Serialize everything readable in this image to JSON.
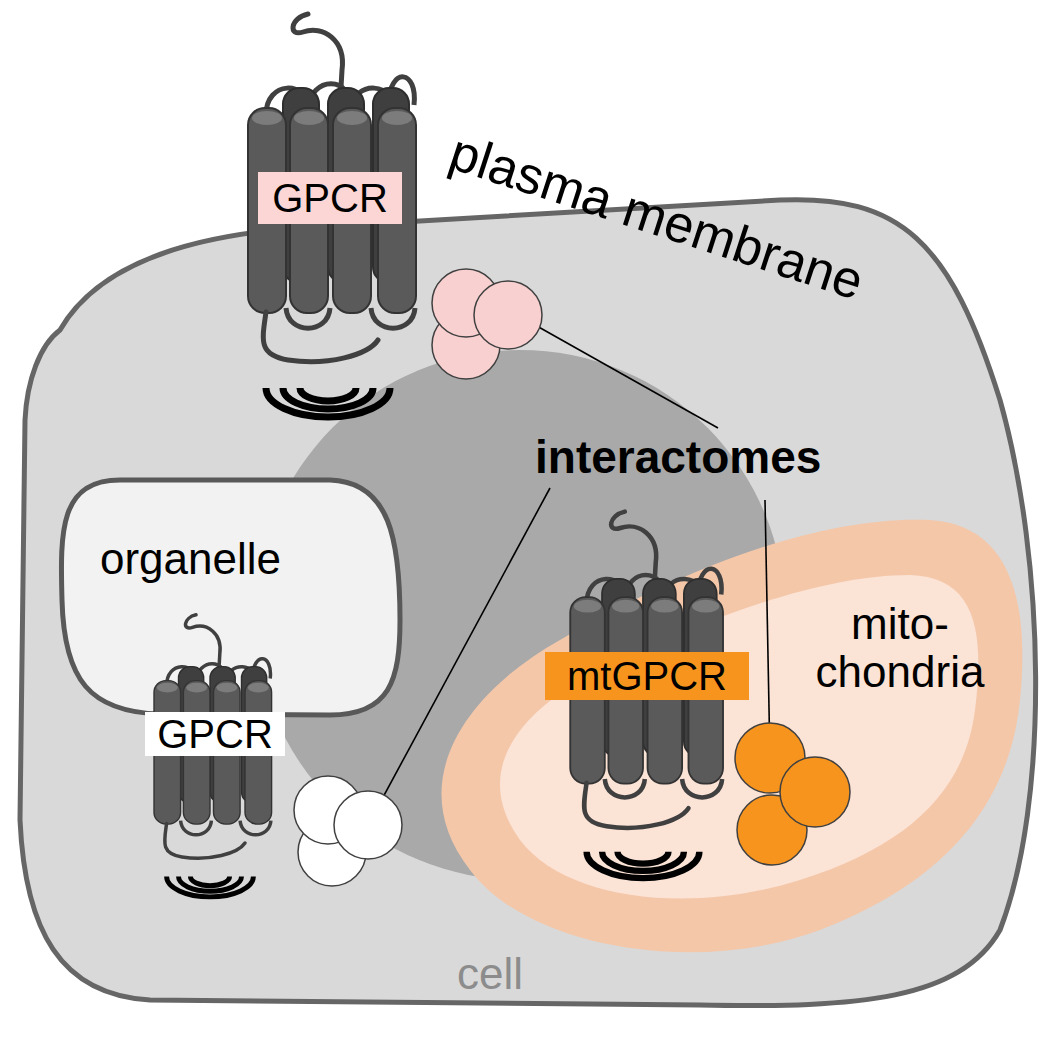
{
  "diagram": {
    "nodes": [
      {
        "text": [
          "cell"
        ]
      },
      {
        "text": [
          "GPCR"
        ],
        "in": 0
      },
      {
        "text": [
          "organelle"
        ],
        "in": 0
      },
      {
        "text": [
          "GPCR"
        ],
        "in": 0
      },
      {
        "text": [
          "mito- chondria"
        ],
        "in": 0
      },
      {
        "text": [
          "mtGPCR"
        ],
        "in": 4
      }
    ],
    "labels": [
      "plasma membrane",
      "interactomes"
    ]
  }
}
